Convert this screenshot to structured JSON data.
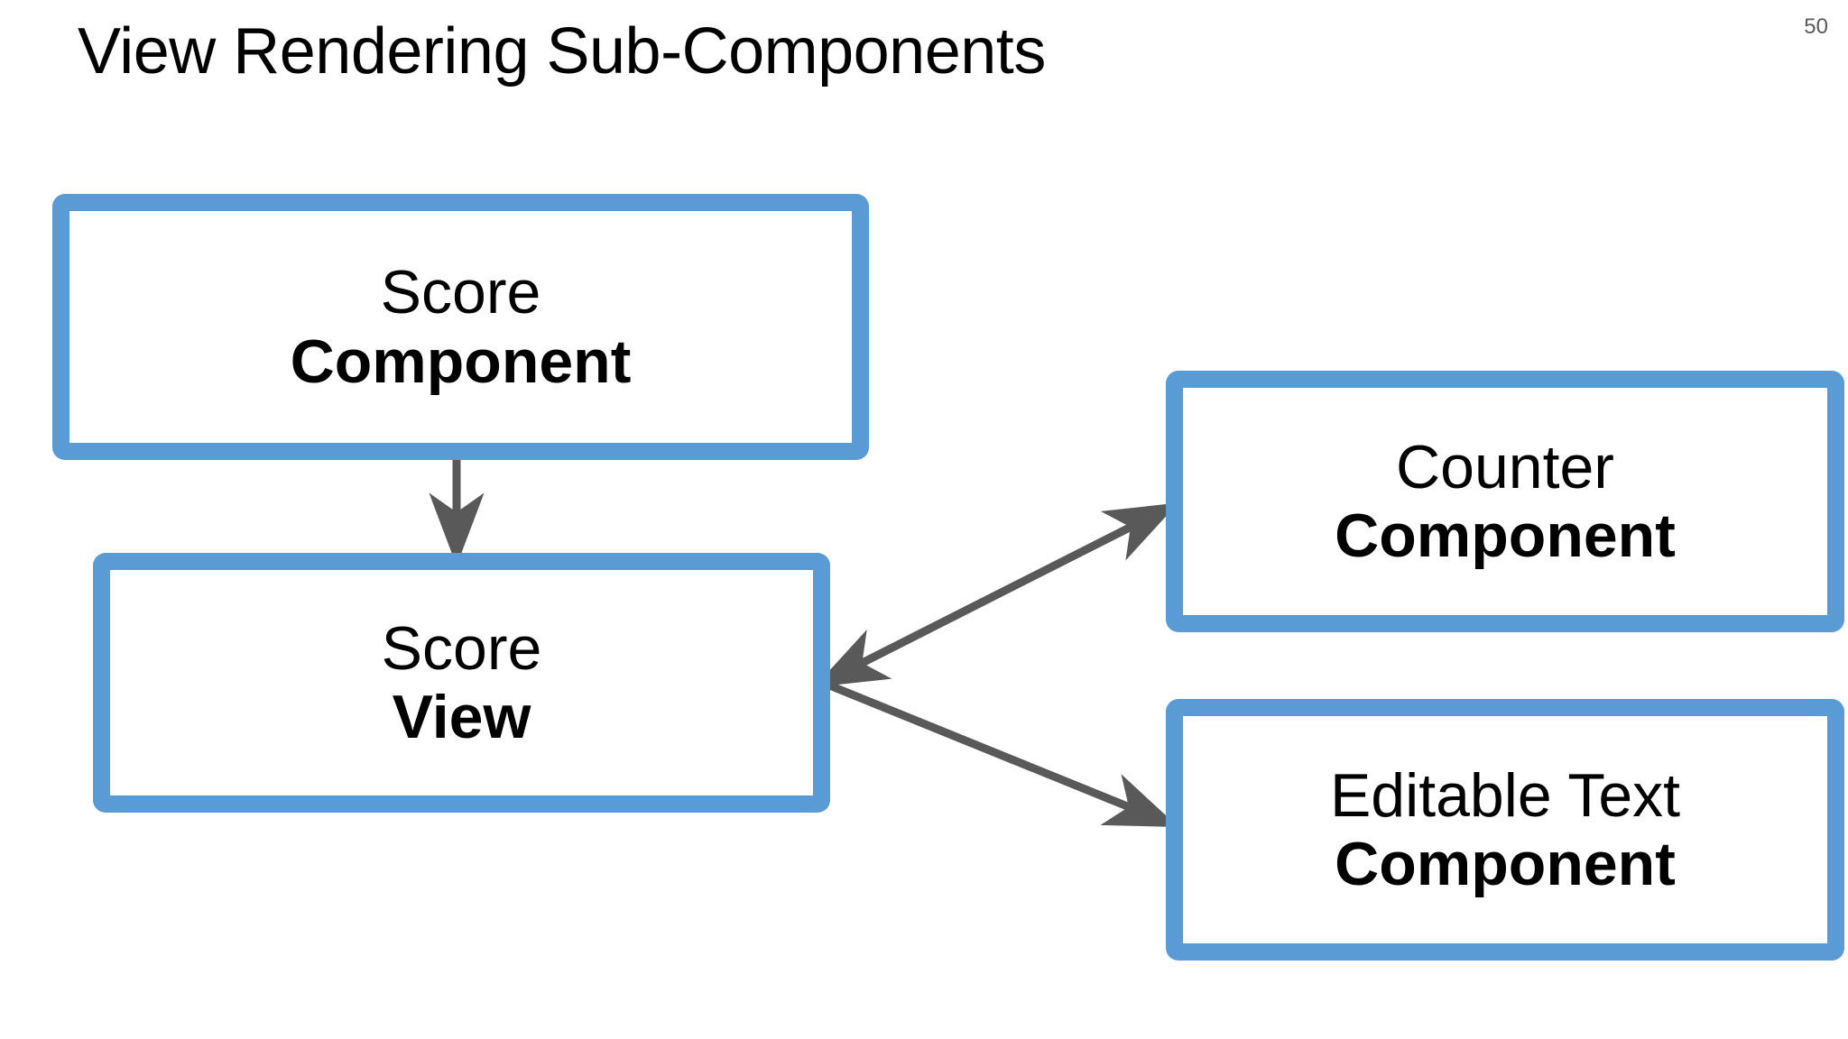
{
  "slide": {
    "title": "View Rendering Sub-Components",
    "page_number": "50",
    "background_color": "#ffffff",
    "accent_color": "#5B9BD5",
    "connector_color": "#595959",
    "text_color": "#000000",
    "page_number_color": "#5a5a5a"
  },
  "diagram": {
    "type": "flow-diagram",
    "nodes": [
      {
        "id": "score-component",
        "line1": "Score",
        "line2": "Component",
        "line1_weight": "regular",
        "line2_weight": "bold"
      },
      {
        "id": "score-view",
        "line1": "Score",
        "line2": "View",
        "line1_weight": "regular",
        "line2_weight": "bold"
      },
      {
        "id": "counter-component",
        "line1": "Counter",
        "line2": "Component",
        "line1_weight": "regular",
        "line2_weight": "bold"
      },
      {
        "id": "editable-text-component",
        "line1": "Editable Text",
        "line2": "Component",
        "line1_weight": "regular",
        "line2_weight": "bold"
      }
    ],
    "edges": [
      {
        "id": "score-component-to-score-view",
        "from": "score-component",
        "to": "score-view",
        "direction": "down",
        "arrowhead": "end"
      },
      {
        "id": "score-view-to-counter-component",
        "from": "score-view",
        "to": "counter-component",
        "direction": "up-right",
        "arrowhead": "both"
      },
      {
        "id": "score-view-to-editable-text-component",
        "from": "score-view",
        "to": "editable-text-component",
        "direction": "down-right",
        "arrowhead": "end"
      }
    ]
  }
}
